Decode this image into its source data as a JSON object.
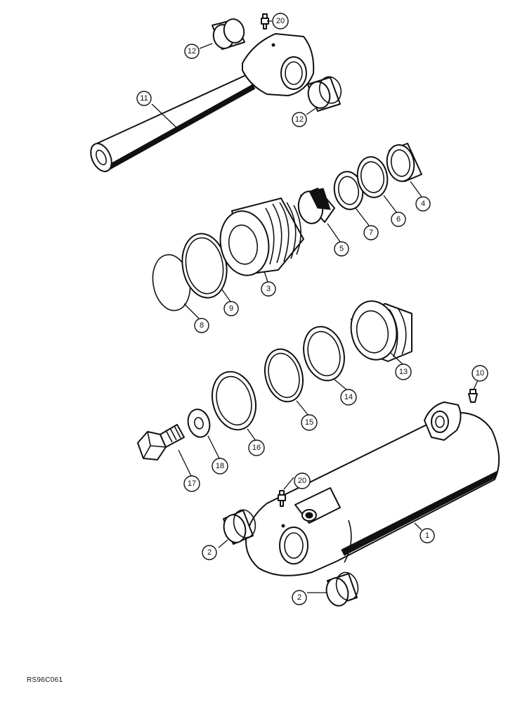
{
  "drawing_code": "RS96C061",
  "callouts": {
    "c1": "1",
    "c2a": "2",
    "c2b": "2",
    "c3": "3",
    "c4": "4",
    "c5": "5",
    "c6": "6",
    "c7": "7",
    "c8": "8",
    "c9": "9",
    "c10": "10",
    "c11": "11",
    "c12a": "12",
    "c12b": "12",
    "c13": "13",
    "c14": "14",
    "c15": "15",
    "c16": "16",
    "c17": "17",
    "c18": "18",
    "c20a": "20",
    "c20b": "20"
  }
}
